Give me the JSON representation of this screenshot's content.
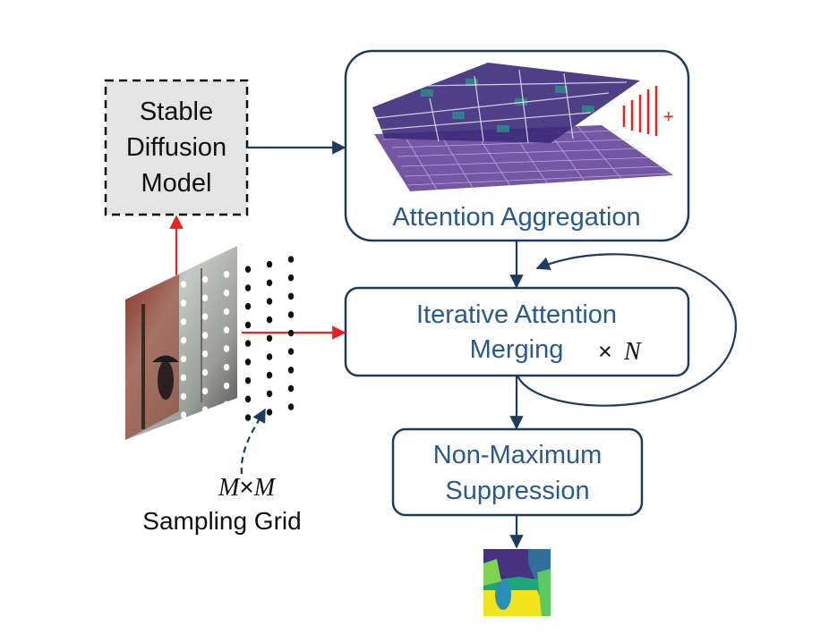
{
  "sd_model": {
    "line1": "Stable",
    "line2": "Diffusion",
    "line3": "Model"
  },
  "attention_aggregation": {
    "label": "Attention Aggregation",
    "plus": "+"
  },
  "iterative_merging": {
    "line1": "Iterative Attention",
    "line2": "Merging",
    "times_symbol": "×",
    "n_symbol": "N"
  },
  "nms": {
    "line1": "Non-Maximum",
    "line2": "Suppression"
  },
  "sampling_grid": {
    "math_m1": "M",
    "math_times": "×",
    "math_m2": "M",
    "label": "Sampling Grid"
  },
  "colors": {
    "navy": "#1f3a5f",
    "box_text": "#2a5a8a",
    "red": "#e8211d",
    "gray_box": "#e4e4e4",
    "purple_tile": "#4b2f86",
    "teal_tile": "#2a9a8a",
    "yellow": "#f1e31c"
  }
}
